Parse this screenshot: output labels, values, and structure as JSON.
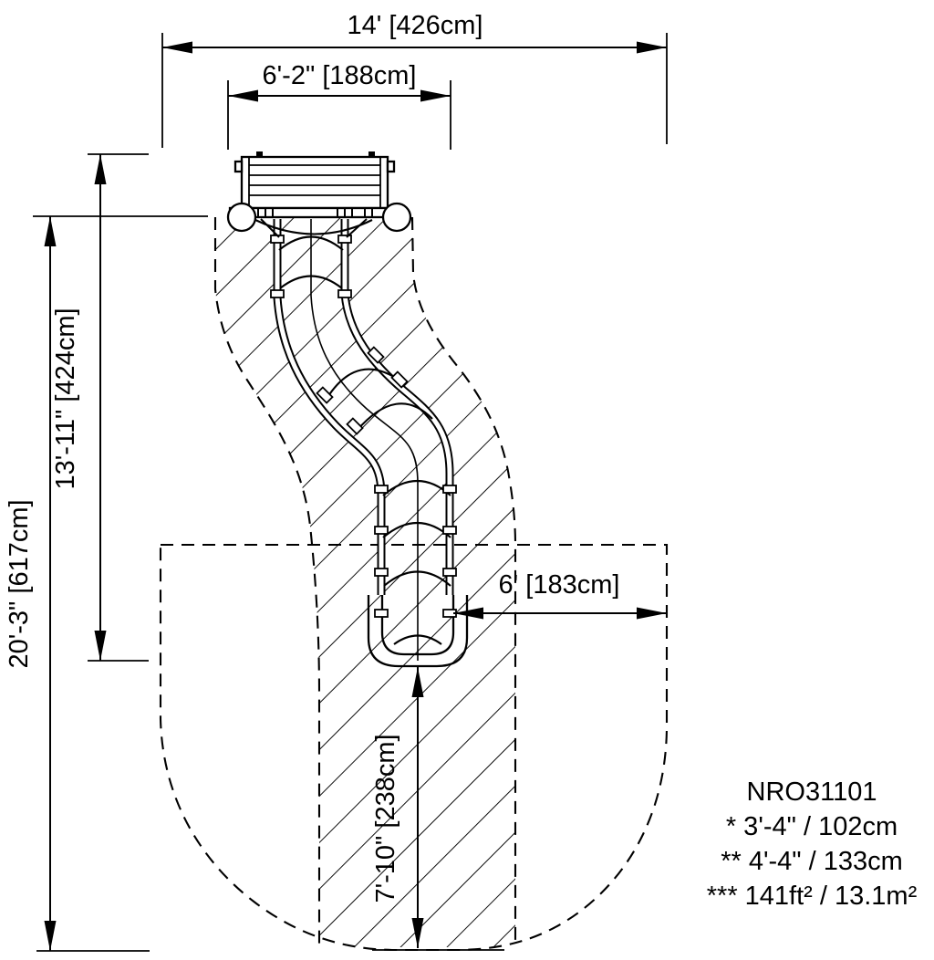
{
  "drawing": {
    "dim_overall_width": "14' [426cm]",
    "dim_deck_width": "6'-2\" [188cm]",
    "dim_total_depth": "20'-3\" [617cm]",
    "dim_structure_depth": "13'-11\" [424cm]",
    "dim_exit_side": "6' [183cm]",
    "dim_exit_front": "7'-10\" [238cm]",
    "model": "NRO31101",
    "note_1": "* 3'-4\" / 102cm",
    "note_2": "** 4'-4\" / 133cm",
    "note_3": "*** 141ft² / 13.1m²"
  }
}
